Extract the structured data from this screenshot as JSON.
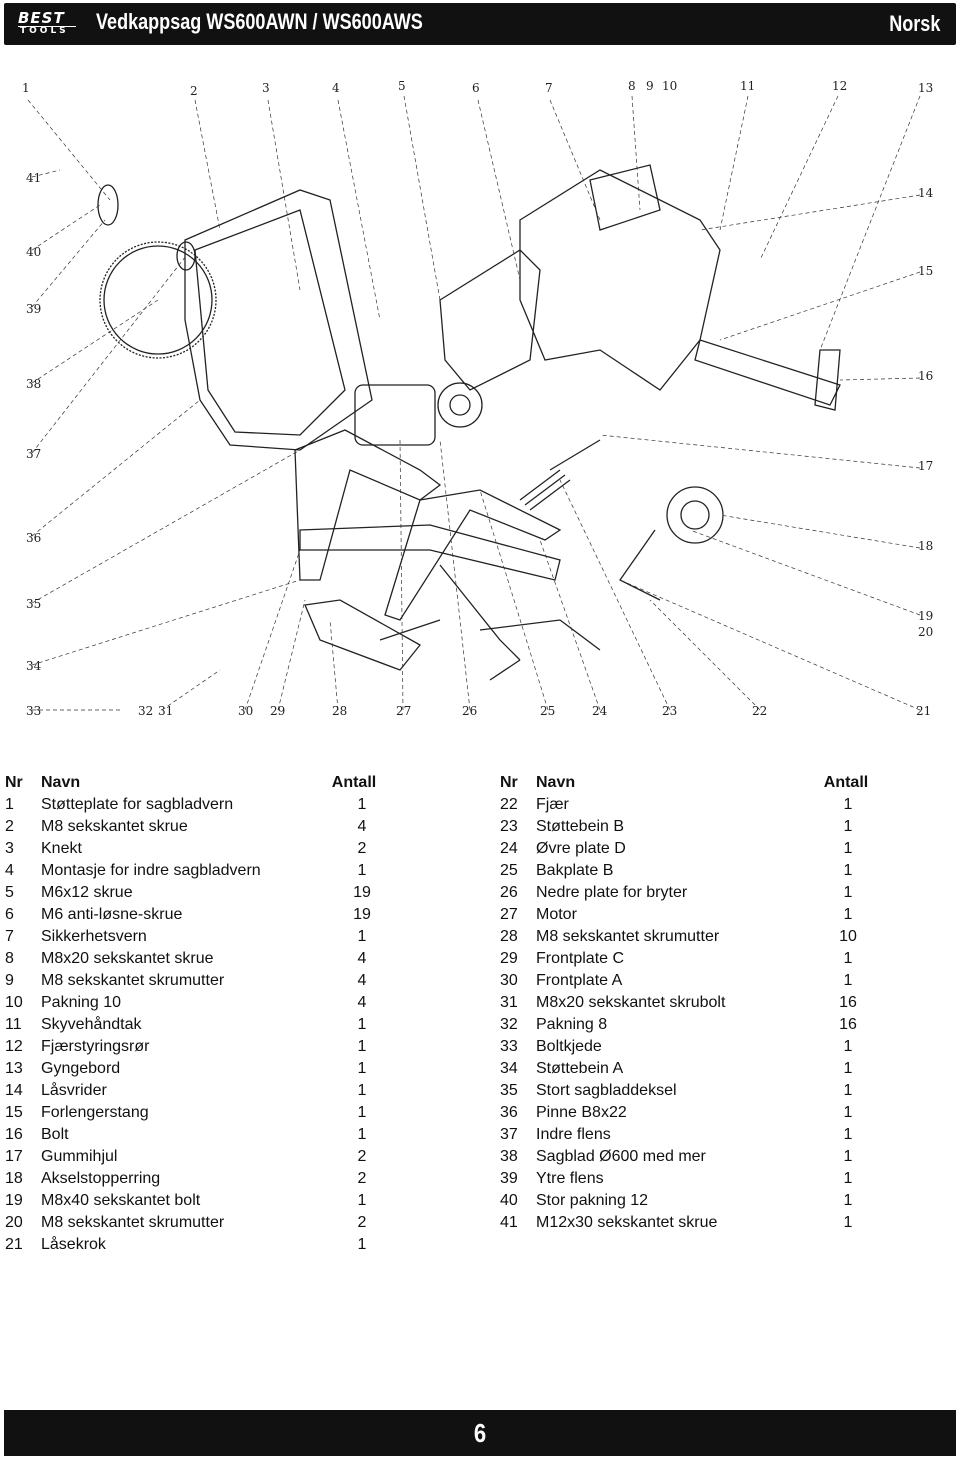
{
  "header": {
    "logo_best": "BEST",
    "logo_tools": "TOOLS",
    "title": "Vedkappsag WS600AWN / WS600AWS",
    "language": "Norsk"
  },
  "diagram": {
    "callouts_top": [
      "1",
      "2",
      "3",
      "4",
      "5",
      "6",
      "7",
      "8",
      "9",
      "10",
      "11",
      "12",
      "13"
    ],
    "callouts_right": [
      "14",
      "15",
      "16",
      "17",
      "18",
      "19",
      "20"
    ],
    "callouts_bottom": [
      "21",
      "22",
      "23",
      "24",
      "25",
      "26",
      "27",
      "28",
      "29",
      "30",
      "31",
      "32",
      "33"
    ],
    "callouts_left": [
      "34",
      "35",
      "36",
      "37",
      "38",
      "39",
      "40",
      "41"
    ]
  },
  "parts_table": {
    "headers": {
      "nr": "Nr",
      "name": "Navn",
      "qty": "Antall"
    },
    "left": [
      {
        "nr": "1",
        "name": "Støtteplate for sagbladvern",
        "qty": "1"
      },
      {
        "nr": "2",
        "name": "M8 sekskantet skrue",
        "qty": "4"
      },
      {
        "nr": "3",
        "name": "Knekt",
        "qty": "2"
      },
      {
        "nr": "4",
        "name": "Montasje for indre sagbladvern",
        "qty": "1"
      },
      {
        "nr": "5",
        "name": "M6x12 skrue",
        "qty": "19"
      },
      {
        "nr": "6",
        "name": "M6 anti-løsne-skrue",
        "qty": "19"
      },
      {
        "nr": "7",
        "name": "Sikkerhetsvern",
        "qty": "1"
      },
      {
        "nr": "8",
        "name": "M8x20 sekskantet skrue",
        "qty": "4"
      },
      {
        "nr": "9",
        "name": "M8 sekskantet skrumutter",
        "qty": "4"
      },
      {
        "nr": "10",
        "name": "Pakning 10",
        "qty": "4"
      },
      {
        "nr": "11",
        "name": "Skyvehåndtak",
        "qty": "1"
      },
      {
        "nr": "12",
        "name": "Fjærstyringsrør",
        "qty": "1"
      },
      {
        "nr": "13",
        "name": "Gyngebord",
        "qty": "1"
      },
      {
        "nr": "14",
        "name": "Låsvrider",
        "qty": "1"
      },
      {
        "nr": "15",
        "name": "Forlengerstang",
        "qty": "1"
      },
      {
        "nr": "16",
        "name": "Bolt",
        "qty": "1"
      },
      {
        "nr": "17",
        "name": "Gummihjul",
        "qty": "2"
      },
      {
        "nr": "18",
        "name": "Akselstopperring",
        "qty": "2"
      },
      {
        "nr": "19",
        "name": "M8x40 sekskantet bolt",
        "qty": "1"
      },
      {
        "nr": "20",
        "name": "M8 sekskantet skrumutter",
        "qty": "2"
      },
      {
        "nr": "21",
        "name": "Låsekrok",
        "qty": "1"
      }
    ],
    "right": [
      {
        "nr": "22",
        "name": "Fjær",
        "qty": "1"
      },
      {
        "nr": "23",
        "name": "Støttebein B",
        "qty": "1"
      },
      {
        "nr": "24",
        "name": "Øvre plate D",
        "qty": "1"
      },
      {
        "nr": "25",
        "name": "Bakplate B",
        "qty": "1"
      },
      {
        "nr": "26",
        "name": "Nedre plate for bryter",
        "qty": "1"
      },
      {
        "nr": "27",
        "name": "Motor",
        "qty": "1"
      },
      {
        "nr": "28",
        "name": "M8 sekskantet skrumutter",
        "qty": "10"
      },
      {
        "nr": "29",
        "name": "Frontplate C",
        "qty": "1"
      },
      {
        "nr": "30",
        "name": "Frontplate A",
        "qty": "1"
      },
      {
        "nr": "31",
        "name": "M8x20 sekskantet skrubolt",
        "qty": "16"
      },
      {
        "nr": "32",
        "name": "Pakning 8",
        "qty": "16"
      },
      {
        "nr": "33",
        "name": "Boltkjede",
        "qty": "1"
      },
      {
        "nr": "34",
        "name": "Støttebein A",
        "qty": "1"
      },
      {
        "nr": "35",
        "name": "Stort sagbladdeksel",
        "qty": "1"
      },
      {
        "nr": "36",
        "name": "Pinne B8x22",
        "qty": "1"
      },
      {
        "nr": "37",
        "name": "Indre flens",
        "qty": "1"
      },
      {
        "nr": "38",
        "name": "Sagblad Ø600 med mer",
        "qty": "1"
      },
      {
        "nr": "39",
        "name": "Ytre flens",
        "qty": "1"
      },
      {
        "nr": "40",
        "name": "Stor pakning 12",
        "qty": "1"
      },
      {
        "nr": "41",
        "name": "M12x30 sekskantet skrue",
        "qty": "1"
      }
    ]
  },
  "footer": {
    "page_number": "6"
  }
}
